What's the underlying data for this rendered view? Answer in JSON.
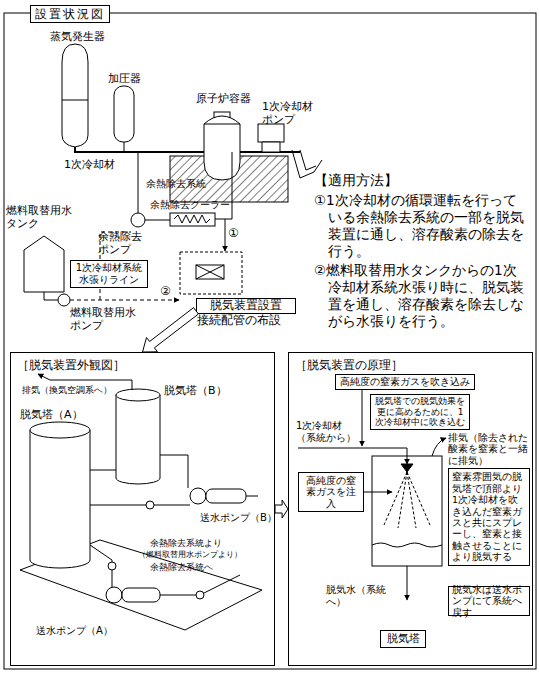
{
  "diagram": {
    "title": "設置状況図",
    "nodes": [
      {
        "text": [
          "1次冷却材系統水張りライン"
        ]
      },
      {
        "text": [
          "脱気装置設置",
          "接続配管の布設"
        ]
      },
      {
        "text": [
          "［脱気装置外観図］"
        ]
      },
      {
        "text": [
          "［脱気装置の原理］"
        ]
      },
      {
        "text": [
          "高純度の窒素ガスを吹き込み"
        ],
        "in": 3
      },
      {
        "text": [
          "脱気塔での脱気効果を更に高めるために、1次冷却材中に吹き込む"
        ],
        "in": 3
      },
      {
        "text": [
          "高純度の窒素ガスを注入"
        ],
        "in": 3
      },
      {
        "text": [
          "窒素雰囲気の脱気塔で頂部より1次冷却材を吹き込んだ窒素ガスと共にスプレーし、窒素と接触させることにより脱気する"
        ],
        "in": 3
      },
      {
        "text": [
          "脱気水は送水ポンプにて系統へ戻す"
        ],
        "in": 3
      },
      {
        "text": [
          "脱気塔"
        ],
        "in": 3
      }
    ],
    "edges": [
      {
        "from": 1,
        "to": 2,
        "arrow": "to"
      },
      {
        "from": 2,
        "to": 3,
        "arrow": "to"
      }
    ],
    "labels": [
      "蒸気発生器",
      "加圧器",
      "原子炉容器",
      "1次冷却材ポンプ",
      "1次冷却材",
      "余熱除去系統",
      "余熱除去クーラー",
      "余熱除去ポンプ",
      "①",
      "②",
      "燃料取替用水タンク",
      "燃料取替用水ポンプ",
      "【適用方法】",
      "①1次冷却材の循環運転を行っている余熱除去系統の一部を脱気装置に通し、溶存酸素の除去を行う。",
      "②燃料取替用水タンクからの1次冷却材系統水張り時に、脱気装置を通し、溶存酸素を除去しながら水張りを行う。",
      "排気（換気空調系へ）",
      "脱気塔（B）",
      "脱気塔（A）",
      "送水ポンプ（B）",
      "余熱除去系統より",
      "（燃料取替用水ポンプより）",
      "余熱除去系統へ",
      "送水ポンプ（A）",
      "1次冷却材（系統から）",
      "排気（除去された酸素を窒素と一緒に排気）",
      "脱気水（系統へ）"
    ]
  }
}
